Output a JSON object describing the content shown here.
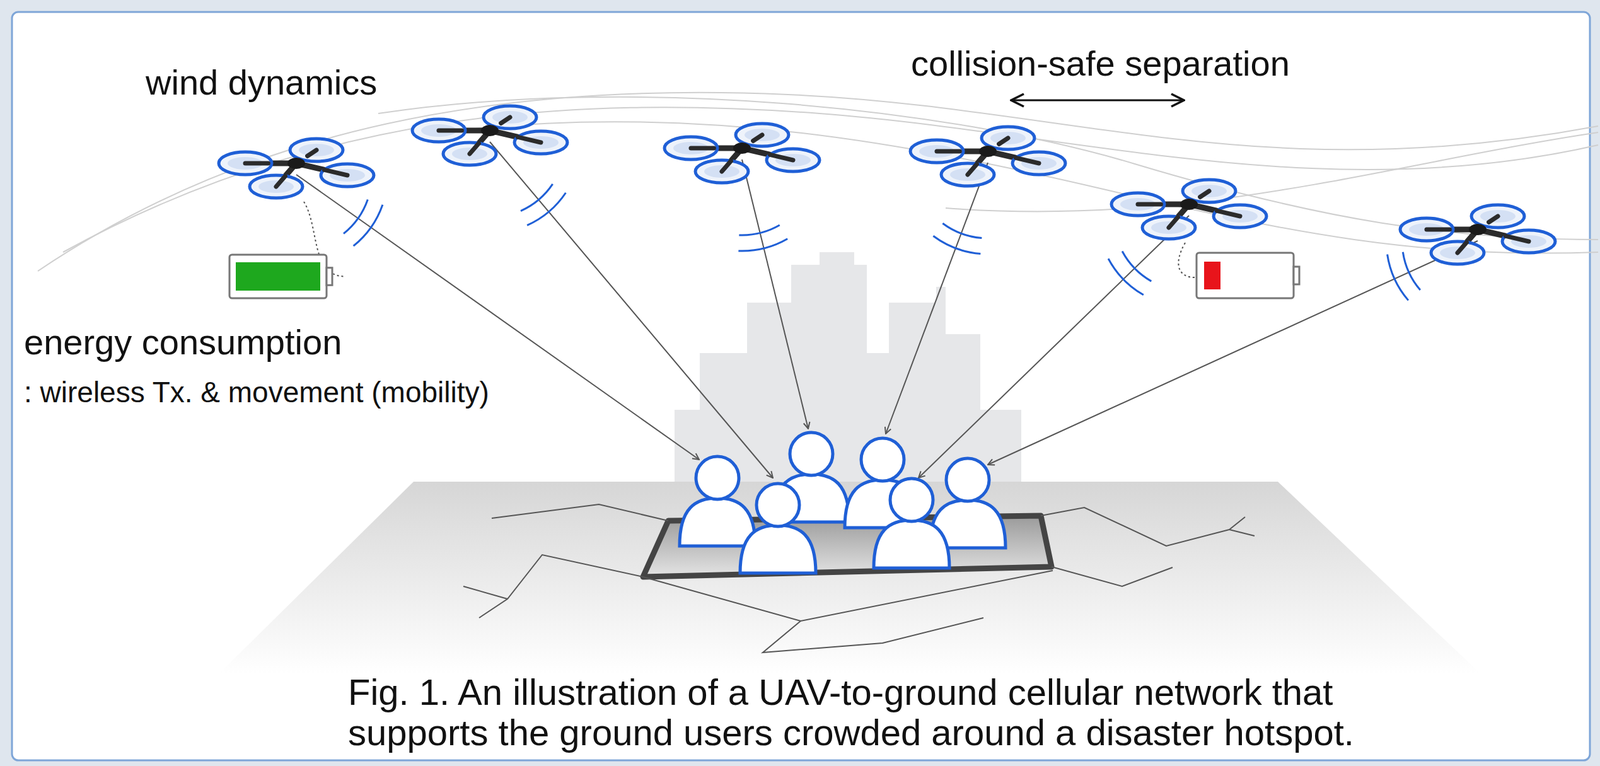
{
  "diagram": {
    "caption": "Fig. 1. An illustration of a UAV-to-ground cellular network that supports the ground users crowded around a disaster hotspot.",
    "labels": [
      "wind dynamics",
      "collision-safe separation",
      "energy consumption",
      ": wireless Tx. & movement (mobility)"
    ]
  }
}
